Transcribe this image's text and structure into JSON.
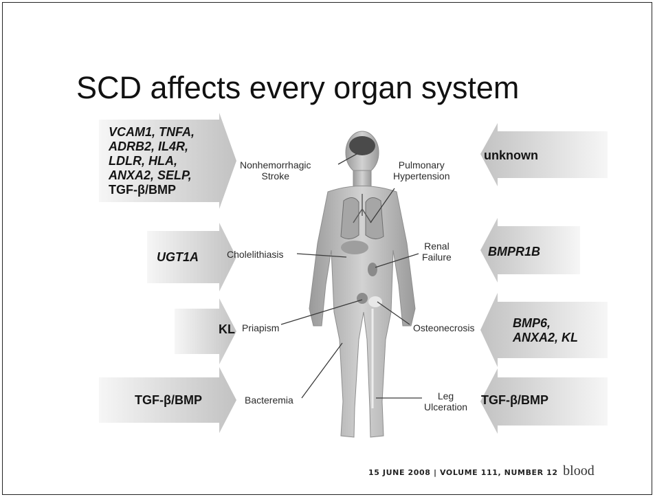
{
  "slide": {
    "title": "SCD affects every organ system",
    "citation": "15 JUNE 2008 | VOLUME 111, NUMBER 12",
    "journal": "blood"
  },
  "left_arrows": [
    {
      "lines": [
        "VCAM1, TNFA,",
        "ADRB2, IL4R,",
        "LDLR, HLA,",
        "ANXA2, SELP,",
        "TGF-β/BMP"
      ]
    },
    {
      "lines": [
        "UGT1A"
      ]
    },
    {
      "lines": [
        "KL"
      ]
    },
    {
      "lines": [
        "TGF-β/BMP"
      ]
    }
  ],
  "right_arrows": [
    {
      "lines": [
        "unknown"
      ]
    },
    {
      "lines": [
        "BMPR1B"
      ]
    },
    {
      "lines": [
        "BMP6,",
        "ANXA2, KL"
      ]
    },
    {
      "lines": [
        "TGF-β/BMP"
      ]
    }
  ],
  "conditions": {
    "stroke": [
      "Nonhemorrhagic",
      "Stroke"
    ],
    "cholelithiasis": "Cholelithiasis",
    "priapism": "Priapism",
    "bacteremia": "Bacteremia",
    "pulmonary": [
      "Pulmonary",
      "Hypertension"
    ],
    "renal": [
      "Renal",
      "Failure"
    ],
    "osteonecrosis": "Osteonecrosis",
    "leg": [
      "Leg",
      "Ulceration"
    ]
  },
  "colors": {
    "arrow_dark": "#c4c4c4",
    "arrow_light": "#f4f4f4",
    "body": "#b9b9b9"
  }
}
